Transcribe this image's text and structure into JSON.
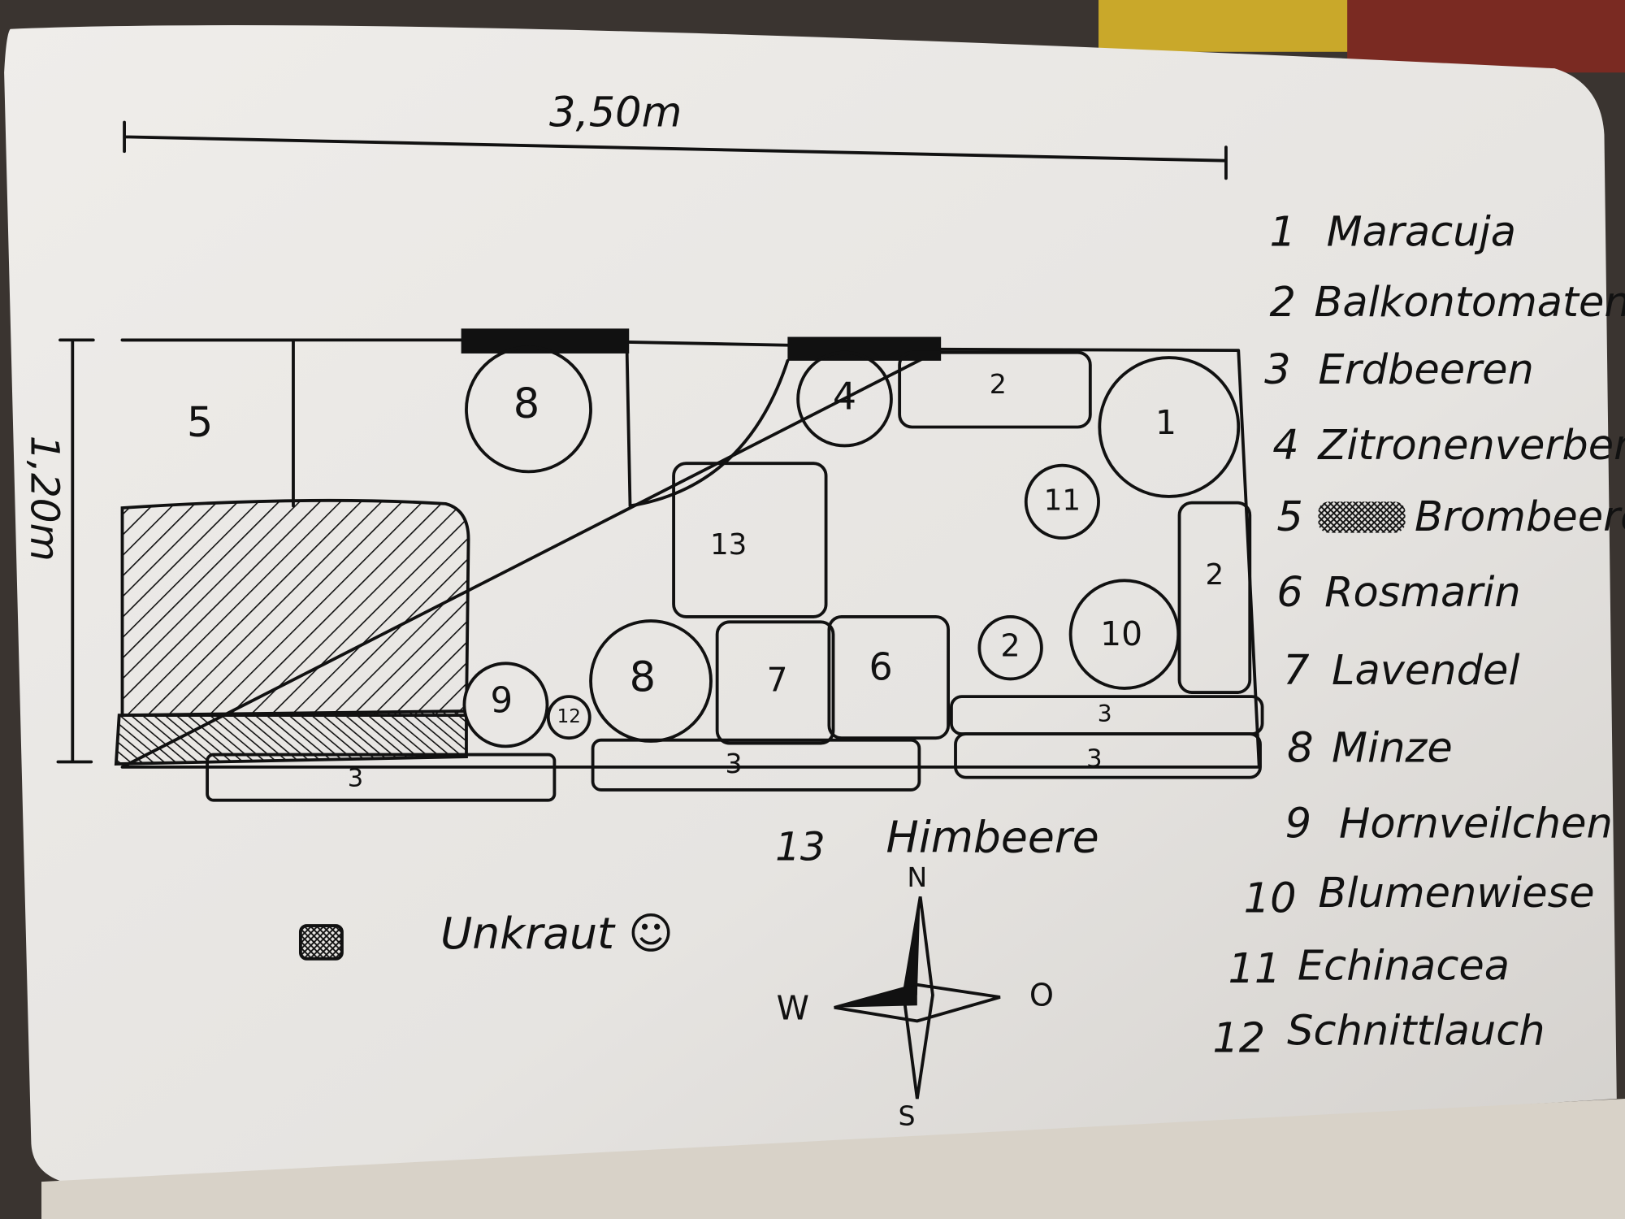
{
  "dimensions": {
    "width": "3,50m",
    "height": "1,20m"
  },
  "beds": {
    "b1": "1",
    "b2a": "2",
    "b2b": "2",
    "b2c": "2",
    "b3a": "3",
    "b3b": "3",
    "b3c": "3",
    "b3d": "3",
    "b4": "4",
    "b5": "5",
    "b6": "6",
    "b7": "7",
    "b8a": "8",
    "b8b": "8",
    "b9": "9",
    "b10": "10",
    "b11": "11",
    "b12": "12",
    "b13": "13"
  },
  "legend": [
    {
      "num": "1",
      "name": "Maracuja"
    },
    {
      "num": "2",
      "name": "Balkontomaten"
    },
    {
      "num": "3",
      "name": "Erdbeeren"
    },
    {
      "num": "4",
      "name": "Zitronenverbene"
    },
    {
      "num": "5",
      "name": "Brombeere"
    },
    {
      "num": "6",
      "name": "Rosmarin"
    },
    {
      "num": "7",
      "name": "Lavendel"
    },
    {
      "num": "8",
      "name": "Minze"
    },
    {
      "num": "9",
      "name": "Hornveilchen"
    },
    {
      "num": "10",
      "name": "Blumenwiese"
    },
    {
      "num": "11",
      "name": "Echinacea"
    },
    {
      "num": "12",
      "name": "Schnittlauch"
    }
  ],
  "legend_extra": {
    "num": "13",
    "name": "Himbeere"
  },
  "weed_note": "Unkraut ☺",
  "compass": {
    "n": "N",
    "s": "S",
    "w": "W",
    "o": "O"
  }
}
